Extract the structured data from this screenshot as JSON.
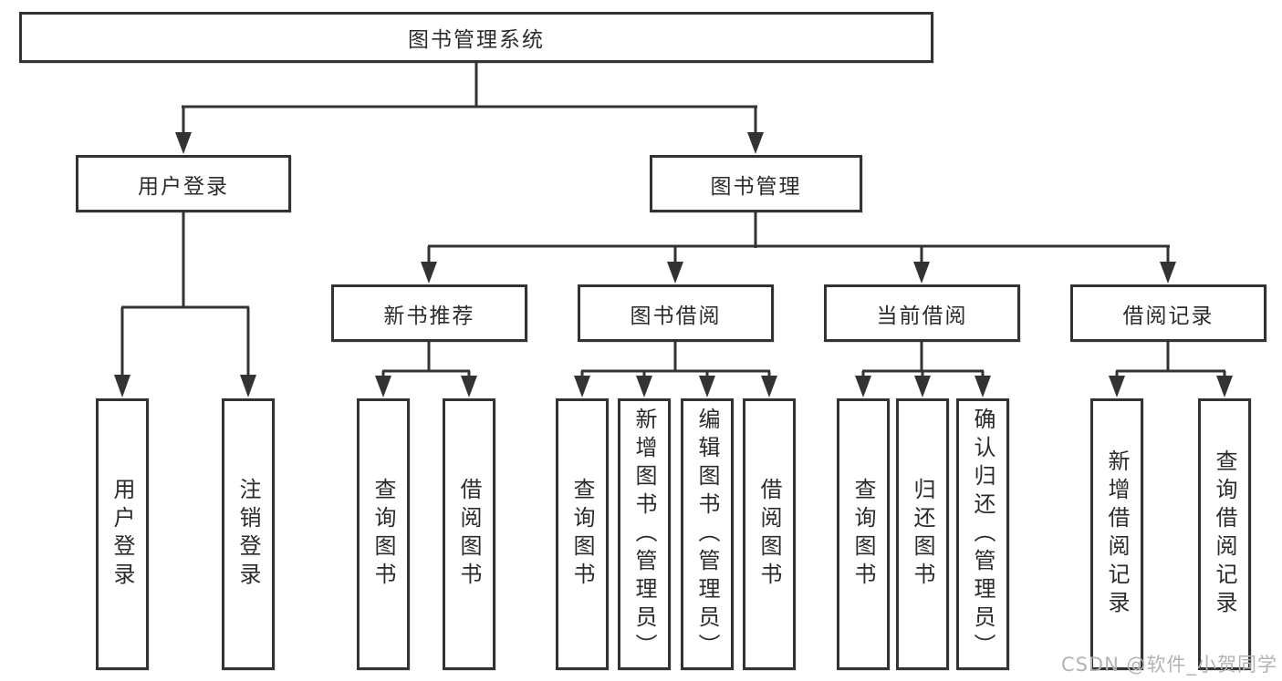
{
  "tree": {
    "root": "图书管理系统",
    "branches": {
      "user_login": {
        "label": "用户登录",
        "children": [
          "用户登录",
          "注销登录"
        ]
      },
      "book_mgmt": {
        "label": "图书管理",
        "sections": [
          {
            "label": "新书推荐",
            "children": [
              "查询图书",
              "借阅图书"
            ]
          },
          {
            "label": "图书借阅",
            "children": [
              "查询图书",
              "新增图书（管理员）",
              "编辑图书（管理员）",
              "借阅图书"
            ]
          },
          {
            "label": "当前借阅",
            "children": [
              "查询图书",
              "归还图书",
              "确认归还（管理员）"
            ]
          },
          {
            "label": "借阅记录",
            "children": [
              "新增借阅记录",
              "查询借阅记录"
            ]
          }
        ]
      }
    }
  },
  "watermark": {
    "text": "CSDN @软件_小贺同学"
  },
  "colors": {
    "line": "#333333",
    "text": "#2b2b2b",
    "watermark": "#b3b3b3",
    "background": "#ffffff"
  }
}
